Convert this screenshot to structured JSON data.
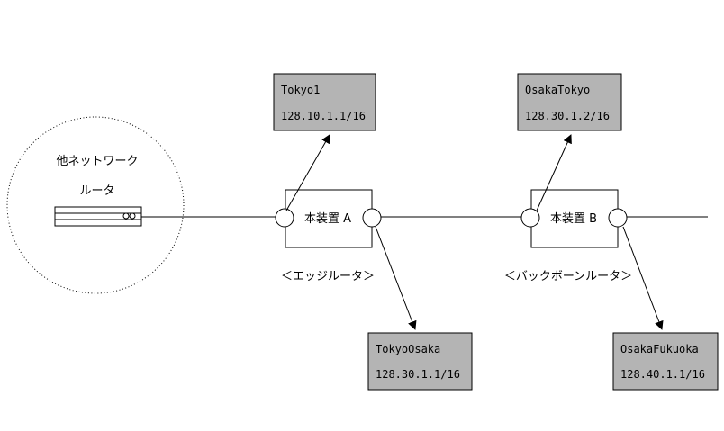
{
  "external": {
    "label_line1": "他ネットワーク",
    "label_line2": "ルータ"
  },
  "devices": {
    "a": {
      "label": "本装置 A",
      "caption": "＜エッジルータ＞"
    },
    "b": {
      "label": "本装置 B",
      "caption": "＜バックボーンルータ＞"
    }
  },
  "interfaces": [
    {
      "name": "Tokyo1",
      "address": "128.10.1.1/16"
    },
    {
      "name": "TokyoOsaka",
      "address": "128.30.1.1/16"
    },
    {
      "name": "OsakaTokyo",
      "address": "128.30.1.2/16"
    },
    {
      "name": "OsakaFukuoka",
      "address": "128.40.1.1/16"
    }
  ]
}
